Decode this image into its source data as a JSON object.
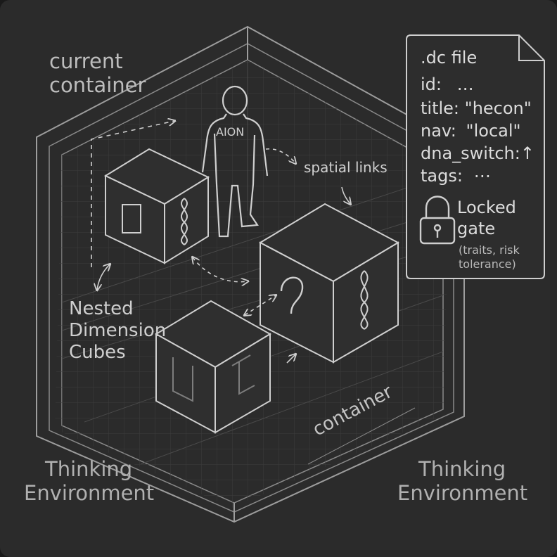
{
  "labels": {
    "current_container": [
      "current",
      "container"
    ],
    "aion": "AION",
    "spatial_links": "spatial links",
    "nested_cubes": [
      "Nested",
      "Dimension",
      "Cubes"
    ],
    "container": "container",
    "thinking_env_left": [
      "Thinking",
      "Environment"
    ],
    "thinking_env_right": [
      "Thinking",
      "Environment"
    ]
  },
  "file_card": {
    "title": ".dc file",
    "fields": [
      {
        "key": "id:",
        "value": "…"
      },
      {
        "key": "title:",
        "value": "\"hecon\""
      },
      {
        "key": "nav:",
        "value": "\"local\""
      },
      {
        "key": "dna_switch:",
        "value": "↑"
      },
      {
        "key": "tags:",
        "value": "⋯"
      }
    ],
    "lock_title": [
      "Locked",
      "gate"
    ],
    "lock_note": [
      "(traits, risk",
      "tolerance)"
    ]
  },
  "colors": {
    "background": "#2b2b2b",
    "line": "#bdbdbd",
    "text": "#d7d7d7"
  }
}
